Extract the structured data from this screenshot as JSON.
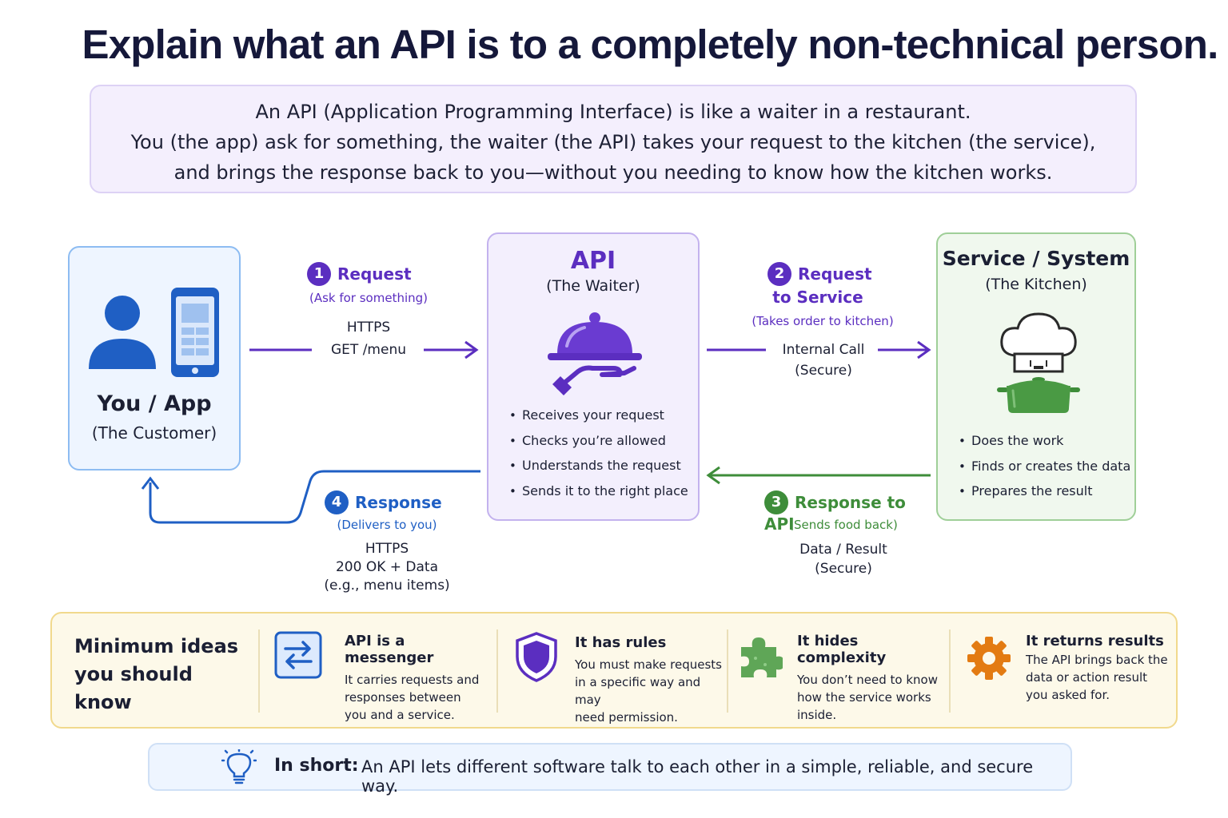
{
  "title": "Explain what an API is to a completely non-technical person.",
  "intro": {
    "line1": "An API (Application Programming Interface) is like a waiter in a restaurant.",
    "line2": "You (the app) ask for something, the waiter (the API) takes your request to the kitchen (the service),",
    "line3": "and brings the response back to you—without you needing to know how the kitchen works."
  },
  "you_card": {
    "title": "You / App",
    "subtitle": "(The Customer)"
  },
  "api_card": {
    "title": "API",
    "subtitle": "(The Waiter)",
    "bullets": [
      "Receives your request",
      "Checks you’re allowed",
      "Understands the request",
      "Sends it to the right place"
    ]
  },
  "service_card": {
    "title": "Service / System",
    "subtitle": "(The Kitchen)",
    "bullets": [
      "Does the work",
      "Finds or creates the data",
      "Prepares the result"
    ]
  },
  "steps": {
    "s1": {
      "num": "1",
      "label": "Request",
      "note": "(Ask for something)",
      "proto1": "HTTPS",
      "proto2": "GET /menu"
    },
    "s2": {
      "num": "2",
      "label1": "Request",
      "label2": "to Service",
      "note": "(Takes order to kitchen)",
      "proto1": "Internal Call",
      "proto2": "(Secure)"
    },
    "s3": {
      "num": "3",
      "label": "Response to API",
      "note": "(Sends food back)",
      "proto1": "Data / Result",
      "proto2": "(Secure)"
    },
    "s4": {
      "num": "4",
      "label": "Response",
      "note": "(Delivers to you)",
      "proto1": "HTTPS",
      "proto2": "200 OK + Data",
      "proto3": "(e.g., menu items)"
    }
  },
  "ideas": {
    "heading1": "Minimum ideas",
    "heading2": "you should know",
    "items": [
      {
        "icon": "arrows-exchange-icon",
        "title": "API is a messenger",
        "lines": [
          "It carries requests and",
          "responses between",
          "you and a service."
        ]
      },
      {
        "icon": "shield-icon",
        "title": "It has rules",
        "lines": [
          "You must make requests",
          "in a specific way and may",
          "need permission."
        ]
      },
      {
        "icon": "puzzle-icon",
        "title": "It hides complexity",
        "lines": [
          "You don’t need to know",
          "how the service works",
          "inside."
        ]
      },
      {
        "icon": "gear-icon",
        "title": "It returns results",
        "lines": [
          "The API brings back the",
          "data or action result",
          "you asked for."
        ]
      }
    ]
  },
  "in_short": {
    "label": "In short:",
    "text": "An API lets different software talk to each other in a simple, reliable, and secure way."
  },
  "colors": {
    "purple": "#5b2ec0",
    "blue": "#1f5fc4",
    "green": "#3e8d3a",
    "orange": "#e37b12"
  }
}
